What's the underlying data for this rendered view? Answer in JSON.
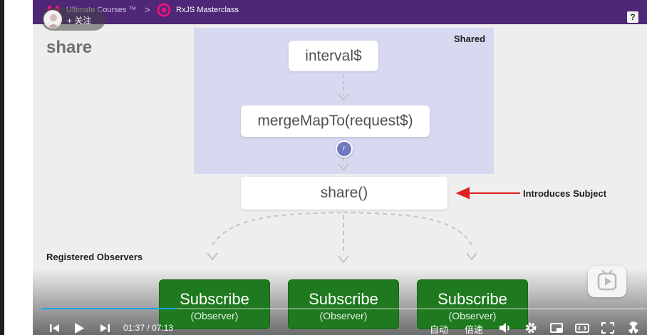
{
  "header": {
    "course_name": "Ultimate Courses ™",
    "separator": ">",
    "breadcrumb_course": "RxJS Masterclass",
    "help_label": "?"
  },
  "follow": {
    "label": "+ 关注"
  },
  "slide": {
    "title": "share",
    "shared_label": "Shared",
    "boxes": {
      "interval": "interval$",
      "mergemap": "mergeMapTo(request$)",
      "share": "share()"
    },
    "r_marker": "r",
    "introduces_label": "Introduces Subject",
    "observers_label": "Registered Observers",
    "subscribers": [
      {
        "title": "Subscribe",
        "subtitle": "(Observer)"
      },
      {
        "title": "Subscribe",
        "subtitle": "(Observer)"
      },
      {
        "title": "Subscribe",
        "subtitle": "(Observer)"
      }
    ]
  },
  "player": {
    "current_time": "01:37",
    "total_time": "07:13",
    "time_separator": "/",
    "progress": 0.224,
    "auto_label": "自动",
    "speed_label": "倍速",
    "icons": [
      "prev-icon",
      "play-icon",
      "next-icon",
      "volume-icon",
      "settings-icon",
      "miniplayer-icon",
      "theater-icon",
      "fullscreen-icon",
      "cast-icon"
    ]
  },
  "colors": {
    "course_bar": "#4e2777",
    "shared_panel": "#d7d9f1",
    "subscribe_green": "#1f7a1f",
    "arrow_red": "#e02020",
    "progress_blue": "#1aa3e8"
  }
}
